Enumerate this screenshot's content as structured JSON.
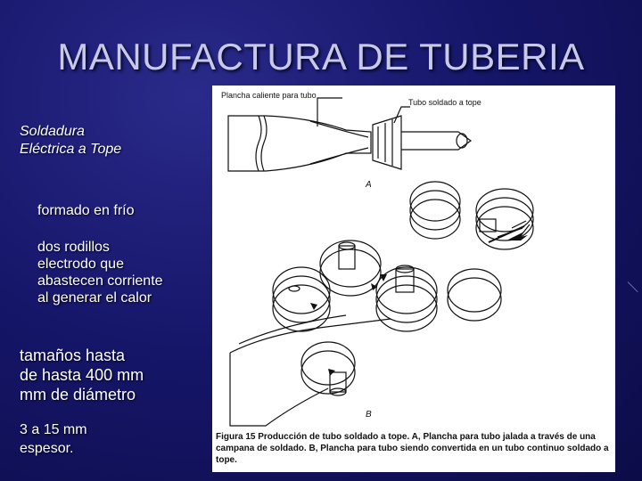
{
  "slide": {
    "title": "MANUFACTURA DE TUBERIA",
    "heading_line1": "Soldadura",
    "heading_line2": "Eléctrica a Tope",
    "p1": "formado en frío",
    "p2_lines": [
      "dos rodillos",
      "electrodo que",
      "abastecen corriente",
      "al generar el calor"
    ],
    "p3_lines": [
      "tamaños hasta",
      "de hasta 400 mm",
      "mm de diámetro"
    ],
    "p4_lines": [
      "3 a 15 mm",
      "espesor."
    ]
  },
  "figure": {
    "label_plancha": "Plancha caliente para tubo",
    "label_tubo": "Tubo soldado a tope",
    "label_a": "A",
    "label_b": "B",
    "caption_prefix": "Figura",
    "caption_number": "15",
    "caption_text": "Producción de tubo soldado a tope. A, Plancha para tubo jalada a través de una campana de soldado. B, Plancha para tubo siendo convertida en un tubo continuo soldado a tope."
  }
}
